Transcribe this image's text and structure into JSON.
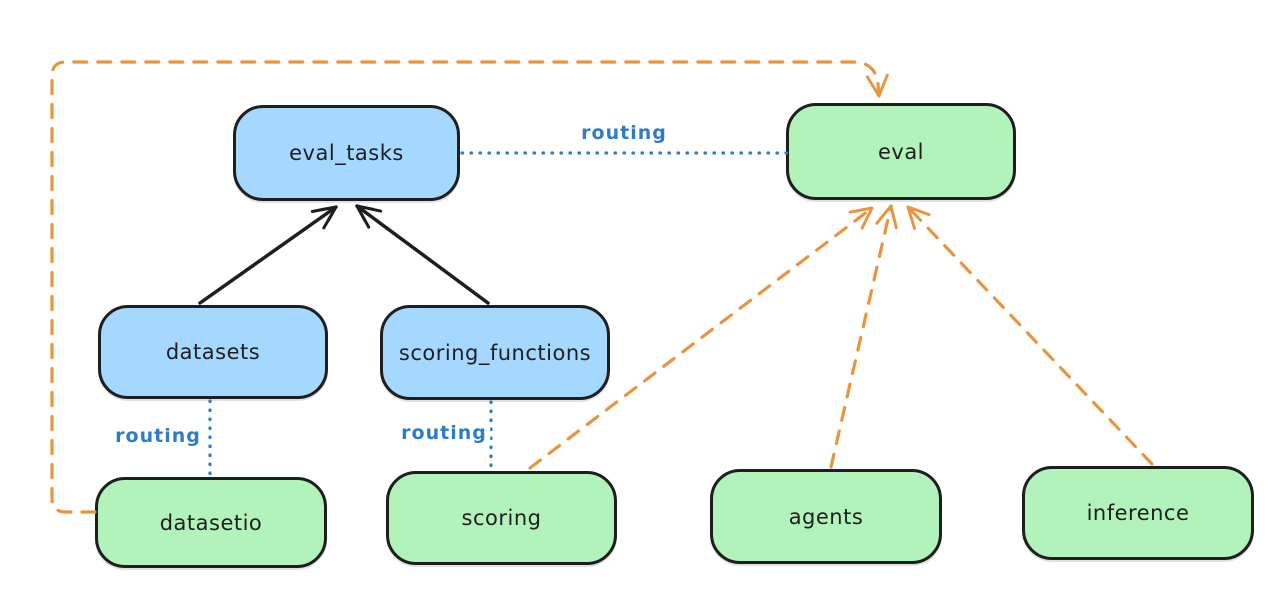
{
  "diagram": {
    "type": "architecture-diagram",
    "colors": {
      "background": "#ffffff",
      "resource_fill_blue": "#a5d8ff",
      "api_fill_green": "#b2f2bb",
      "node_stroke": "#1e1e1e",
      "routing_blue": "#2e7cc3",
      "dependency_orange": "#e8953f"
    },
    "nodes": [
      {
        "id": "eval_tasks",
        "label": "eval_tasks",
        "fill": "blue"
      },
      {
        "id": "eval",
        "label": "eval",
        "fill": "green"
      },
      {
        "id": "datasets",
        "label": "datasets",
        "fill": "blue"
      },
      {
        "id": "scoring_functions",
        "label": "scoring_functions",
        "fill": "blue"
      },
      {
        "id": "datasetio",
        "label": "datasetio",
        "fill": "green"
      },
      {
        "id": "scoring",
        "label": "scoring",
        "fill": "green"
      },
      {
        "id": "agents",
        "label": "agents",
        "fill": "green"
      },
      {
        "id": "inference",
        "label": "inference",
        "fill": "green"
      }
    ],
    "edges": [
      {
        "from": "datasets",
        "to": "eval_tasks",
        "style": "solid-black-arrow",
        "label": ""
      },
      {
        "from": "scoring_functions",
        "to": "eval_tasks",
        "style": "solid-black-arrow",
        "label": ""
      },
      {
        "from": "eval_tasks",
        "to": "eval",
        "style": "dotted-blue",
        "label": "routing"
      },
      {
        "from": "datasets",
        "to": "datasetio",
        "style": "dotted-blue",
        "label": "routing"
      },
      {
        "from": "scoring_functions",
        "to": "scoring",
        "style": "dotted-blue",
        "label": "routing"
      },
      {
        "from": "datasetio",
        "to": "eval",
        "style": "dashed-orange-arrow",
        "label": ""
      },
      {
        "from": "scoring",
        "to": "eval",
        "style": "dashed-orange-arrow",
        "label": ""
      },
      {
        "from": "agents",
        "to": "eval",
        "style": "dashed-orange-arrow",
        "label": ""
      },
      {
        "from": "inference",
        "to": "eval",
        "style": "dashed-orange-arrow",
        "label": ""
      }
    ]
  }
}
